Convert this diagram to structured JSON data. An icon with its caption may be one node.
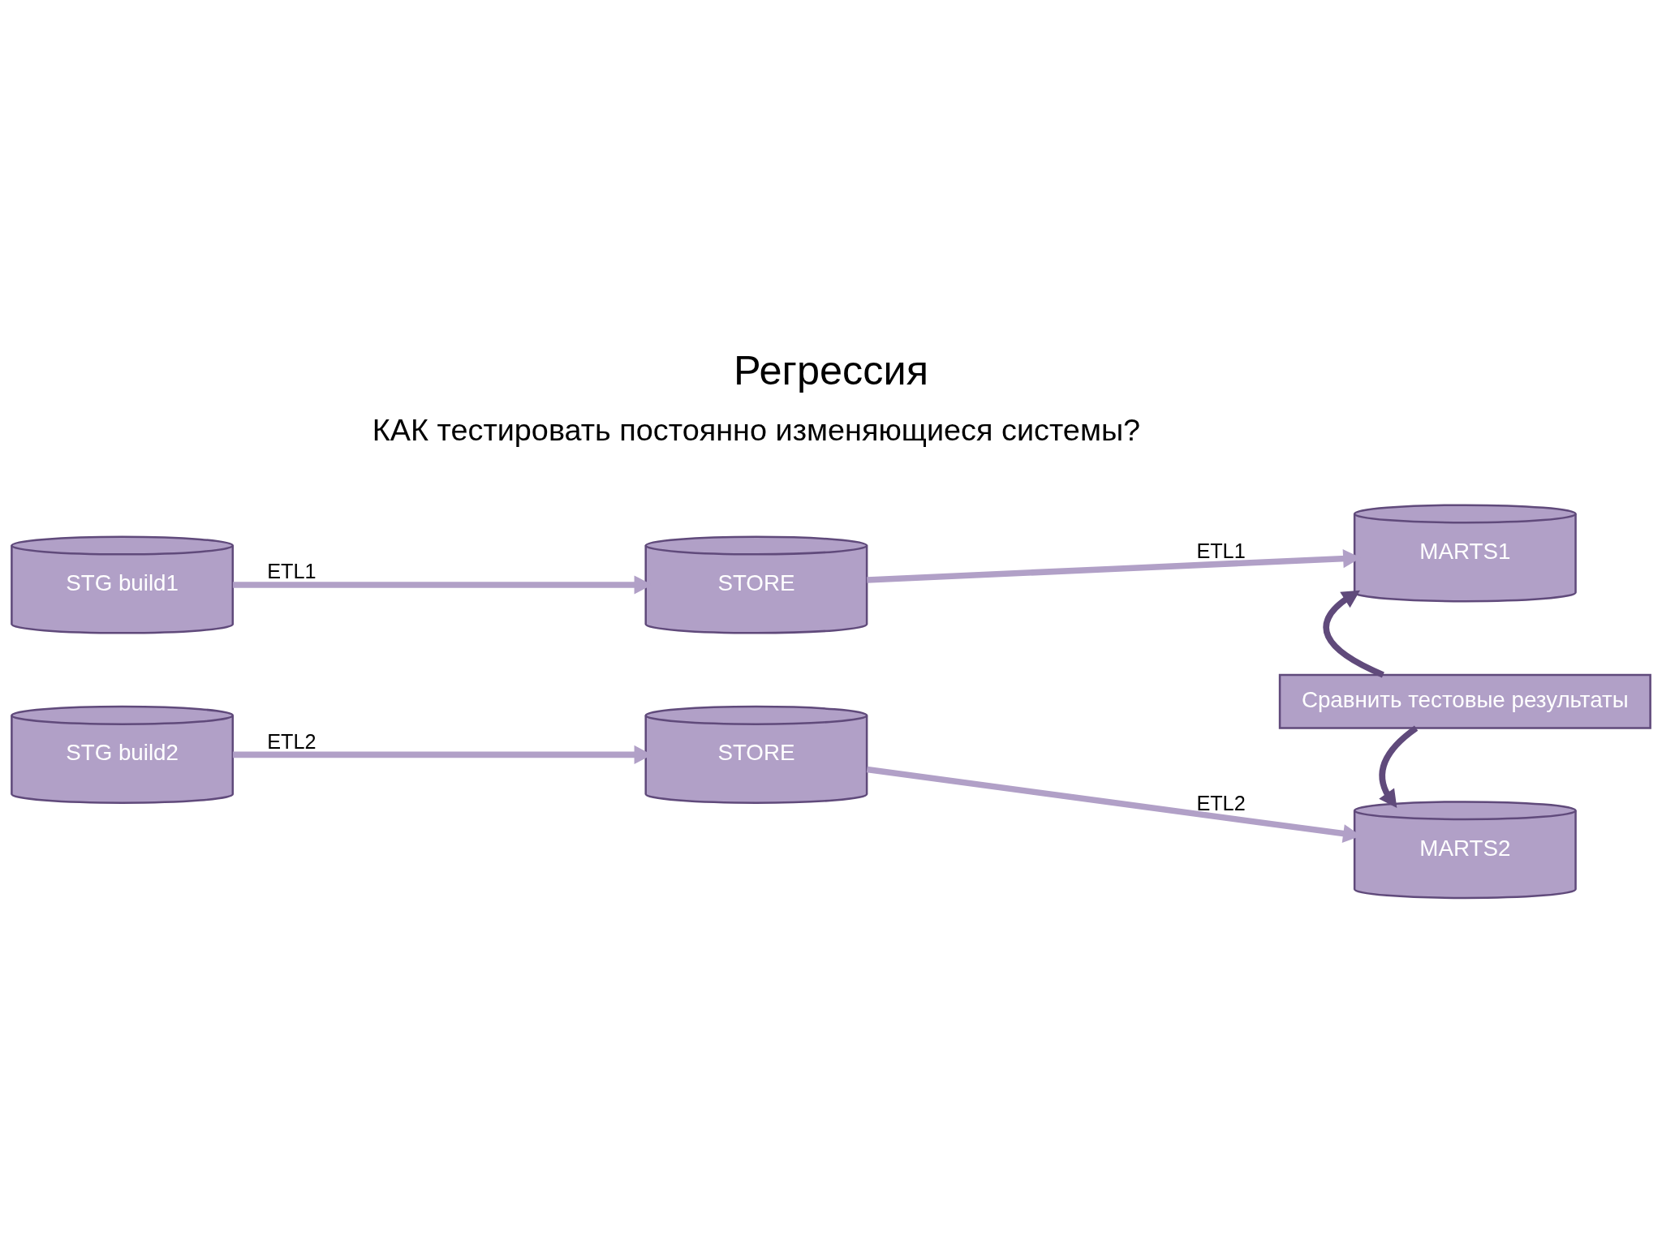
{
  "diagram": {
    "title": "Регрессия",
    "nodes": [
      {
        "text": [
          "STG build1"
        ]
      },
      {
        "text": [
          "STORE"
        ]
      },
      {
        "text": [
          "MARTS1"
        ]
      },
      {
        "text": [
          "Сравнить тестовые результаты"
        ]
      },
      {
        "text": [
          "STG build2"
        ]
      },
      {
        "text": [
          "STORE"
        ]
      },
      {
        "text": [
          "MARTS2"
        ]
      }
    ],
    "edges": [
      {
        "from": 0,
        "to": 1,
        "arrow": "to",
        "label": "ETL1"
      },
      {
        "from": 1,
        "to": 2,
        "arrow": "to",
        "label": "ETL1"
      },
      {
        "from": 3,
        "to": 2,
        "arrow": "to",
        "color": "#604a7b"
      },
      {
        "from": 3,
        "to": 6,
        "arrow": "to",
        "color": "#604a7b"
      },
      {
        "from": 4,
        "to": 5,
        "arrow": "to",
        "label": "ETL2"
      },
      {
        "from": 5,
        "to": 6,
        "arrow": "to",
        "label": "ETL2"
      }
    ],
    "labels": [
      "КАК тестировать постоянно изменяющиеся системы?"
    ]
  }
}
